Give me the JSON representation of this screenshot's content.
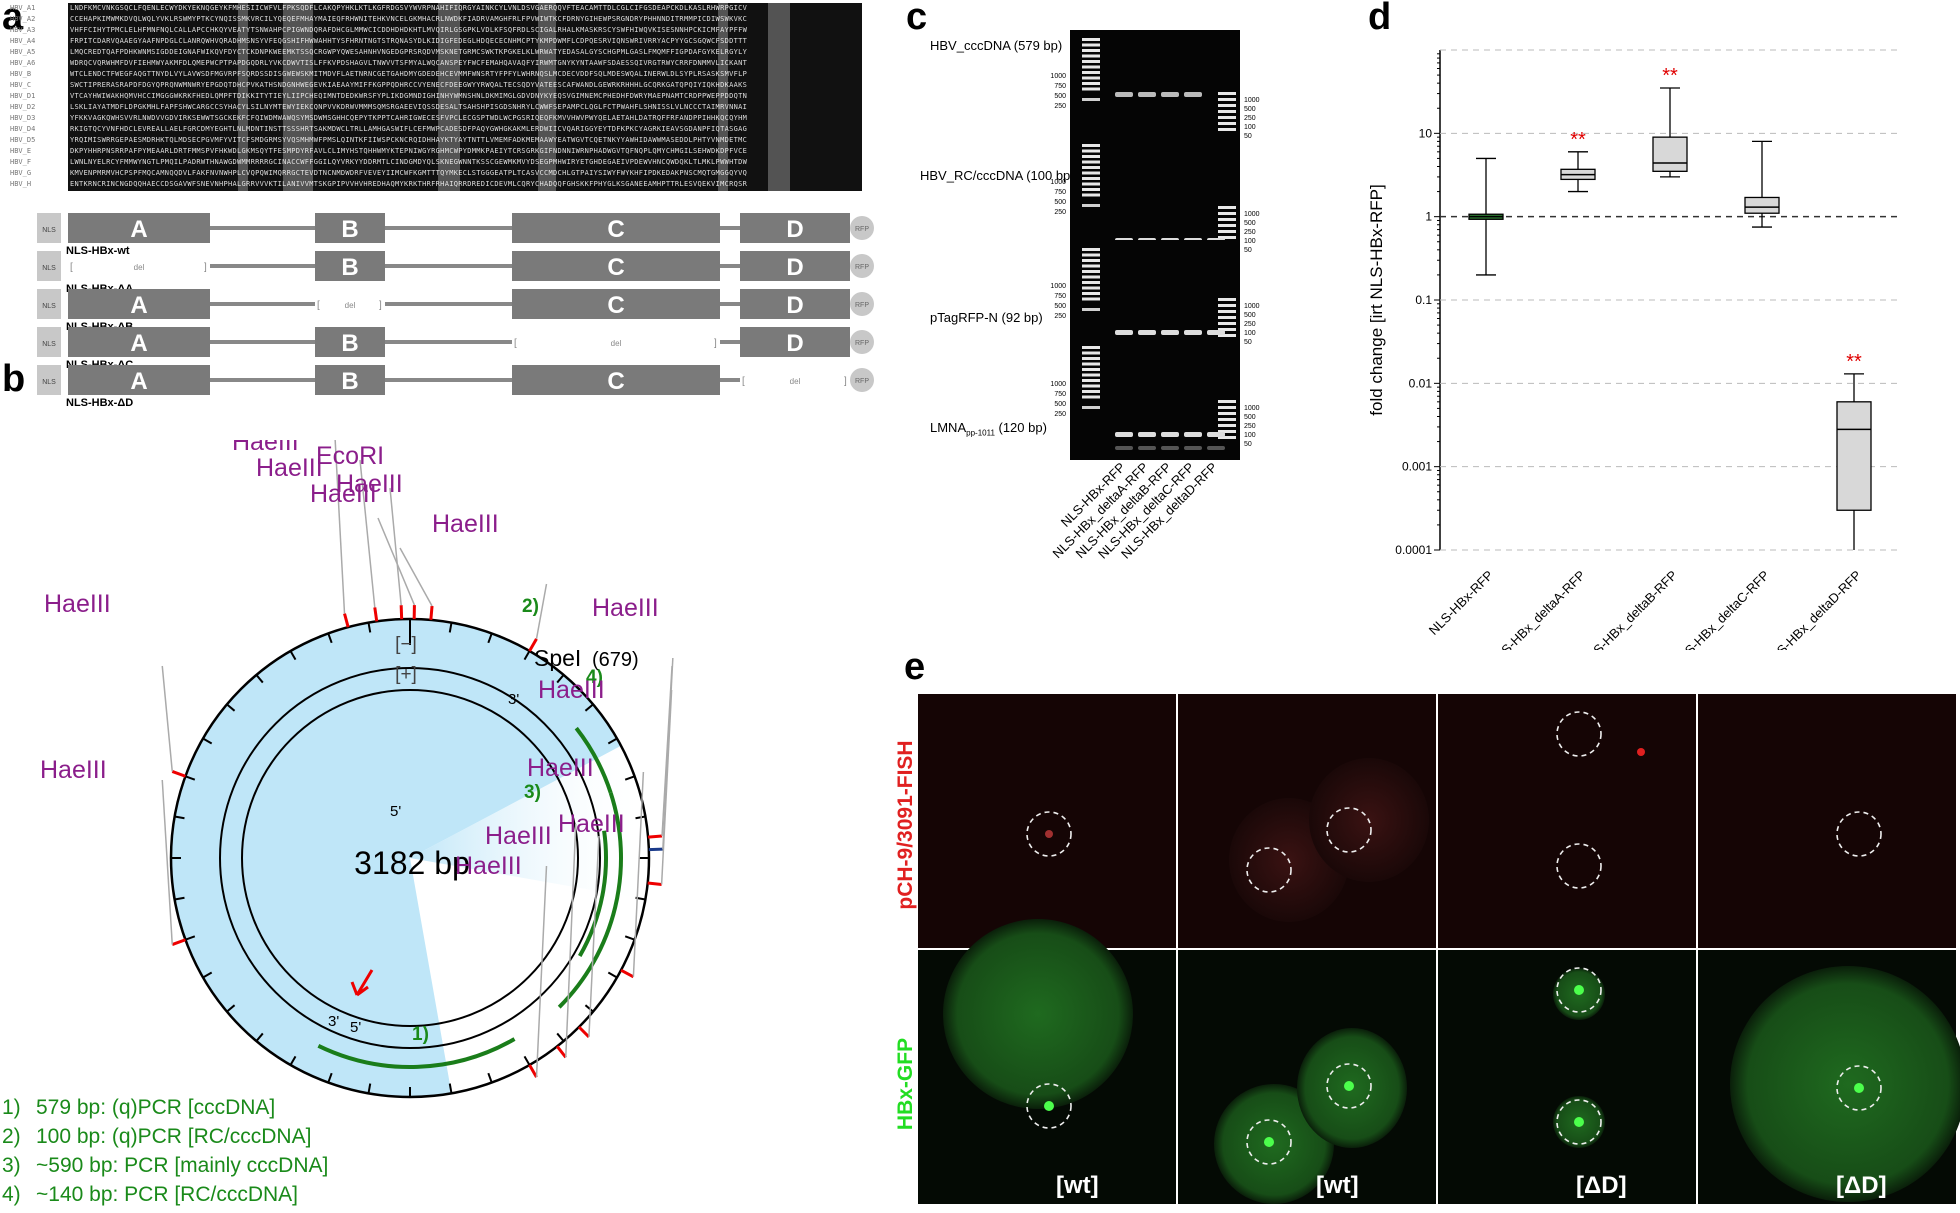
{
  "panels": {
    "a": "a",
    "b": "b",
    "c": "c",
    "d": "d",
    "e": "e"
  },
  "panel_a": {
    "seq_names": [
      "HBV_A1",
      "HBV_A2",
      "HBV_A3",
      "HBV_A4",
      "HBV_A5",
      "HBV_A6",
      "HBV_B",
      "HBV_C",
      "HBV_D1",
      "HBV_D2",
      "HBV_D3",
      "HBV_D4",
      "HBV_D5",
      "HBV_E",
      "HBV_F",
      "HBV_G",
      "HBV_H"
    ],
    "nls": "NLS",
    "rfp": "RFP",
    "del": "del",
    "domains": [
      "A",
      "B",
      "C",
      "D"
    ],
    "constructs": [
      "NLS-HBx-wt",
      "NLS-HBx-ΔA",
      "NLS-HBx-ΔB",
      "NLS-HBx-ΔC",
      "NLS-HBx-ΔD"
    ]
  },
  "panel_b": {
    "center": "3182 bp",
    "strand_minus": "[−]",
    "strand_plus": "[+]",
    "three_prime": "3'",
    "five_prime": "5'",
    "enzymes": {
      "haeiii": "HaeIII",
      "ecori": "EcoRI",
      "spei": "SpeI",
      "spei_pos": "(679)"
    },
    "amplicon_nums": [
      "1)",
      "2)",
      "3)",
      "4)"
    ],
    "legend": [
      {
        "num": "1)",
        "text": "579 bp: (q)PCR [cccDNA]"
      },
      {
        "num": "2)",
        "text": "100 bp: (q)PCR [RC/cccDNA]"
      },
      {
        "num": "3)",
        "text": "~590 bp: PCR [mainly cccDNA]"
      },
      {
        "num": "4)",
        "text": "~140 bp: PCR [RC/cccDNA]"
      }
    ]
  },
  "panel_c": {
    "gels": [
      {
        "title": "HBV_cccDNA (579 bp)"
      },
      {
        "title": "HBV_RC/cccDNA (100 bp)"
      },
      {
        "title": "pTagRFP-N (92 bp)"
      },
      {
        "title": "LMNA",
        "sub": "pp-1011",
        "suffix": " (120 bp)"
      }
    ],
    "ladder_left": [
      "1000",
      "750",
      "500",
      "250"
    ],
    "ladder_right": [
      "1000",
      "500",
      "250",
      "100",
      "50"
    ],
    "lanes": [
      "NLS-HBx-RFP",
      "NLS-HBx_deltaA-RFP",
      "NLS-HBx_deltaB-RFP",
      "NLS-HBx_deltaC-RFP",
      "NLS-HBx_deltaD-RFP"
    ]
  },
  "chart_data": {
    "type": "box",
    "ylabel": "fold change [irt NLS-HBx-RFP]",
    "yscale": "log",
    "ylim": [
      0.0001,
      100
    ],
    "yticks": [
      "0.0001",
      "0.001",
      "0.01",
      "0.1",
      "1",
      "10"
    ],
    "categories": [
      "NLS-HBx-RFP",
      "NLS-HBx_deltaA-RFP",
      "NLS-HBx_deltaB-RFP",
      "NLS-HBx_deltaC-RFP",
      "NLS-HBx_deltaD-RFP"
    ],
    "boxes": [
      {
        "min": 0.2,
        "q1": 0.93,
        "median": 1.0,
        "q3": 1.07,
        "max": 5.0,
        "sig": ""
      },
      {
        "min": 2.0,
        "q1": 2.8,
        "median": 3.2,
        "q3": 3.7,
        "max": 6.0,
        "sig": "**"
      },
      {
        "min": 3.0,
        "q1": 3.5,
        "median": 4.4,
        "q3": 9.0,
        "max": 35,
        "sig": "**"
      },
      {
        "min": 0.75,
        "q1": 1.1,
        "median": 1.3,
        "q3": 1.7,
        "max": 8.0,
        "sig": ""
      },
      {
        "min": 0.0001,
        "q1": 0.0003,
        "median": 0.0028,
        "q3": 0.006,
        "max": 0.013,
        "sig": "**"
      }
    ],
    "colors": {
      "box_fill": "#d8d8d8",
      "sig": "#e00000",
      "median_first": "#2e7d32"
    },
    "grid": true
  },
  "panel_e": {
    "row_labels": [
      "pCH-9/3091-FISH",
      "HBx-GFP"
    ],
    "col_labels": [
      "[wt]",
      "[wt]",
      "[ΔD]",
      "[ΔD]"
    ]
  }
}
